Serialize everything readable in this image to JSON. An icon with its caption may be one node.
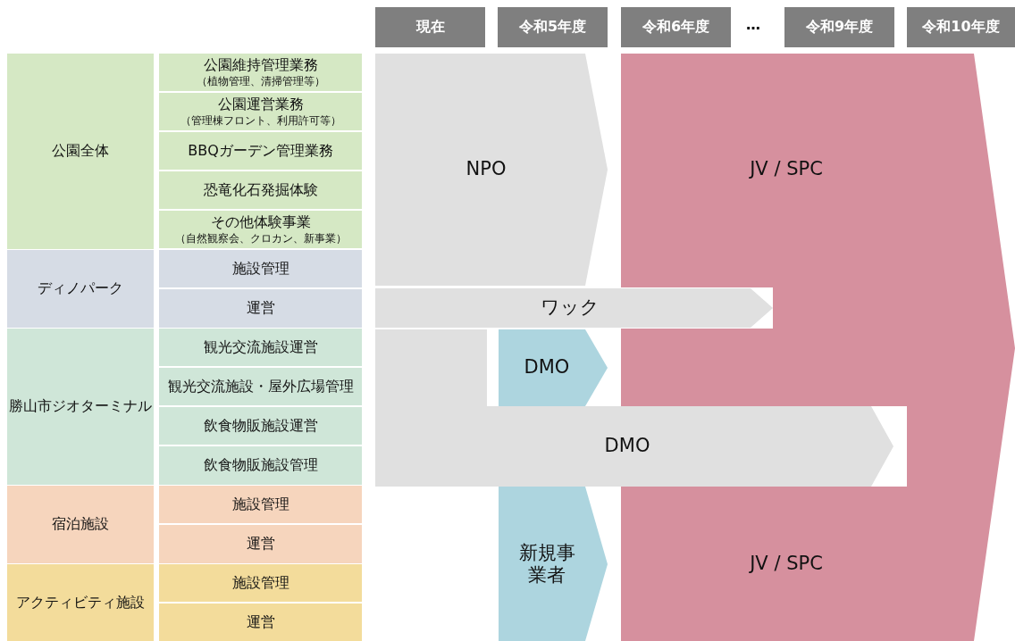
{
  "diagram": {
    "nodes": [
      {
        "text": [
          "現在"
        ]
      },
      {
        "text": [
          "令和5年度"
        ]
      },
      {
        "text": [
          "令和6年度"
        ]
      },
      {
        "text": [
          "令和9年度"
        ]
      },
      {
        "text": [
          "令和10年度"
        ]
      },
      {
        "text": [
          "公園全体"
        ]
      },
      {
        "text": [
          "公園維持管理業務",
          "（植物管理、清掃管理等）"
        ]
      },
      {
        "text": [
          "公園運営業務",
          "（管理棟フロント、利用許可等）"
        ]
      },
      {
        "text": [
          "BBQガーデン管理業務"
        ]
      },
      {
        "text": [
          "恐竜化石発掘体験"
        ]
      },
      {
        "text": [
          "その他体験事業",
          "（自然観察会、クロカン、新事業）"
        ]
      },
      {
        "text": [
          "ディノパーク"
        ]
      },
      {
        "text": [
          "施設管理"
        ]
      },
      {
        "text": [
          "運営"
        ]
      },
      {
        "text": [
          "勝山市ジオターミナル"
        ]
      },
      {
        "text": [
          "観光交流施設運営"
        ]
      },
      {
        "text": [
          "観光交流施設・屋外広場管理"
        ]
      },
      {
        "text": [
          "飲食物販施設運営"
        ]
      },
      {
        "text": [
          "飲食物販施設管理"
        ]
      },
      {
        "text": [
          "宿泊施設"
        ]
      },
      {
        "text": [
          "施設管理"
        ]
      },
      {
        "text": [
          "運営"
        ]
      },
      {
        "text": [
          "アクティビティ施設"
        ]
      },
      {
        "text": [
          "施設管理"
        ]
      },
      {
        "text": [
          "運営"
        ]
      },
      {
        "text": [
          "NPO"
        ]
      },
      {
        "text": [
          "JV / SPC",
          "JV / SPC"
        ]
      },
      {
        "text": [
          "ワック"
        ]
      },
      {
        "text": [
          "DMO"
        ]
      },
      {
        "text": [
          "DMO"
        ]
      },
      {
        "text": [
          "新規事業者"
        ]
      }
    ],
    "labels": [
      "…"
    ]
  }
}
